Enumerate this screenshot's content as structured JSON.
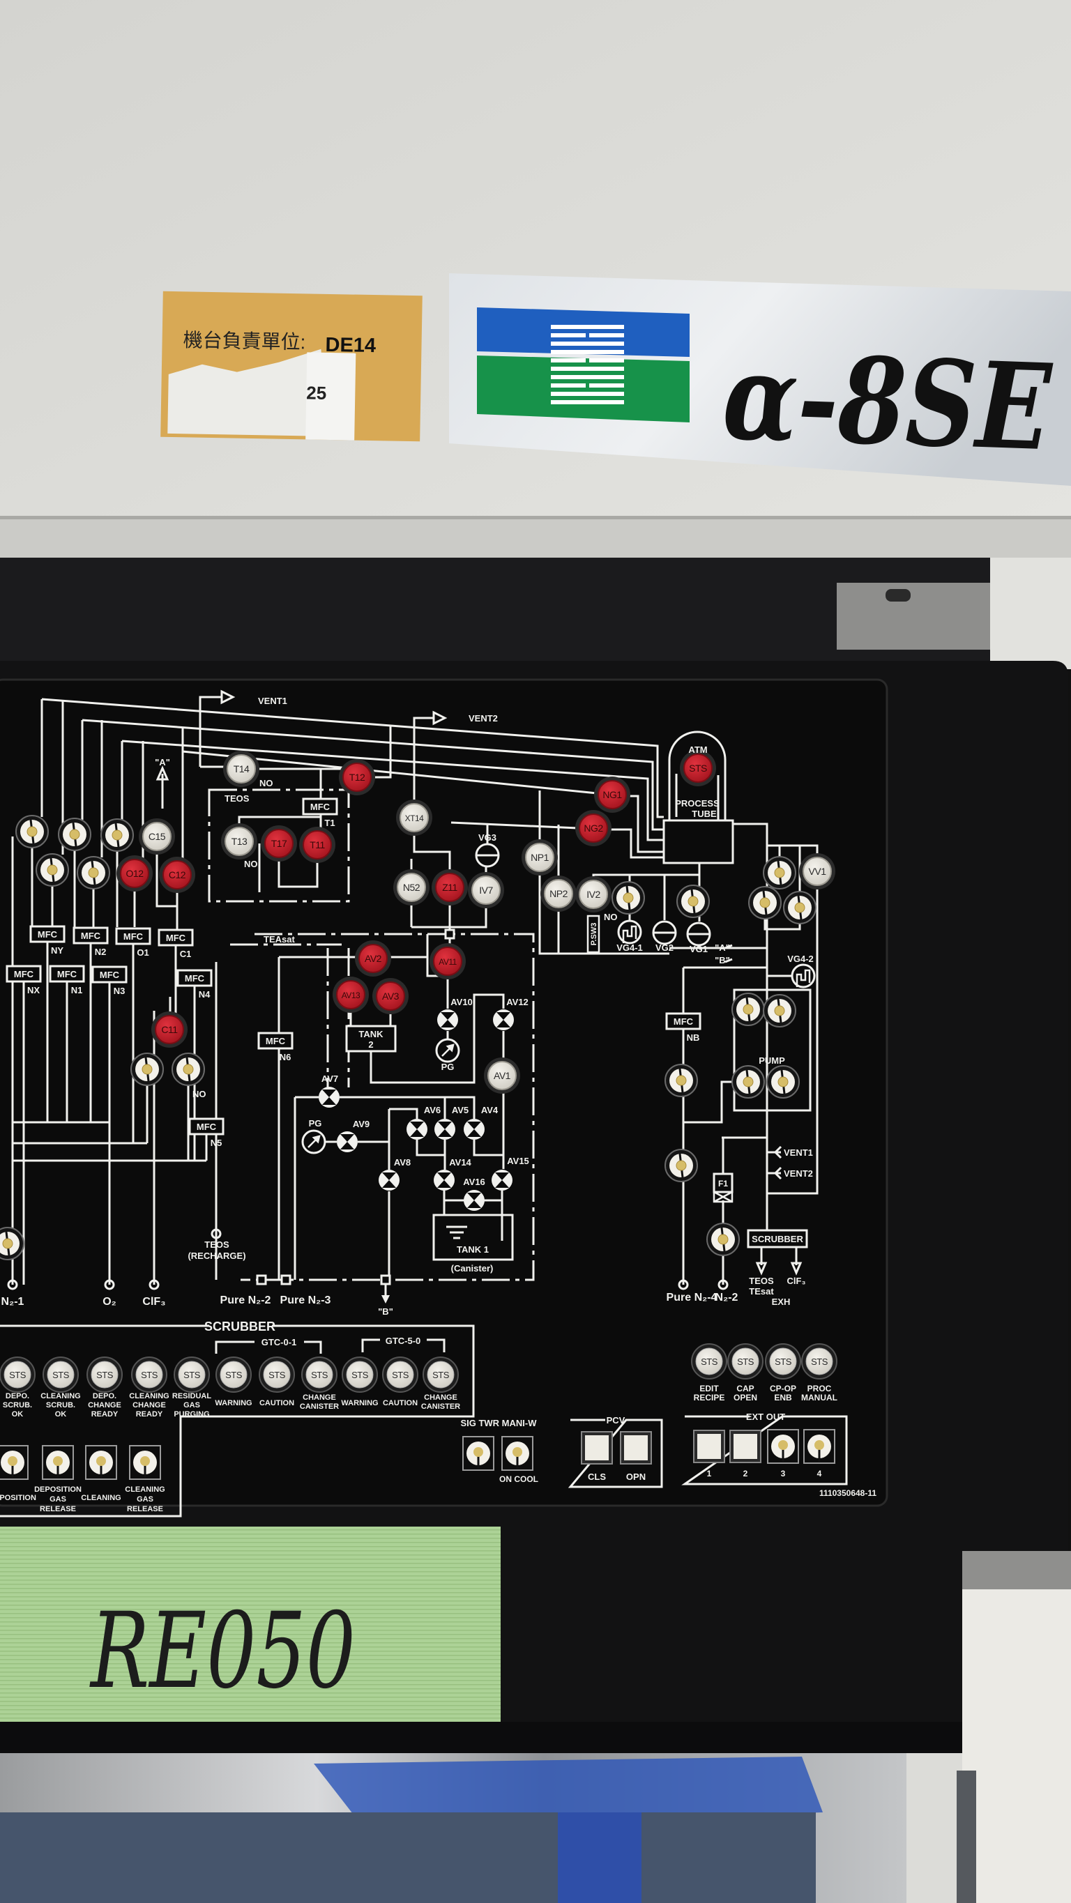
{
  "colors": {
    "wall": "#d9d9d5",
    "panel": "#0b0b0b",
    "line": "#f1f1ee",
    "red_button": "#c81f2c",
    "white_button": "#e8e6de",
    "tape": "#acd296",
    "logo_blue": "#1f5fbf",
    "logo_green": "#17924a",
    "sticker": "#d8a955"
  },
  "sticker": {
    "label": "機台負責單位:",
    "unit": "DE14",
    "partial": "25"
  },
  "nameplate": {
    "logo": "TEL",
    "model": "α-8SE"
  },
  "schematic": {
    "buttons": [
      {
        "label": "T14",
        "color": "white"
      },
      {
        "label": "T12",
        "color": "red"
      },
      {
        "label": "T13",
        "color": "white"
      },
      {
        "label": "T17",
        "color": "red"
      },
      {
        "label": "T11",
        "color": "red"
      },
      {
        "label": "C15",
        "color": "white"
      },
      {
        "label": "O12",
        "color": "red"
      },
      {
        "label": "C12",
        "color": "red"
      },
      {
        "label": "C11",
        "color": "red"
      },
      {
        "label": "XT14",
        "color": "white"
      },
      {
        "label": "N52",
        "color": "white"
      },
      {
        "label": "Z11",
        "color": "red"
      },
      {
        "label": "IV7",
        "color": "white"
      },
      {
        "label": "NP1",
        "color": "white"
      },
      {
        "label": "NP2",
        "color": "white"
      },
      {
        "label": "IV2",
        "color": "white"
      },
      {
        "label": "NG1",
        "color": "red"
      },
      {
        "label": "NG2",
        "color": "red"
      },
      {
        "label": "STS",
        "color": "red"
      },
      {
        "label": "VV1",
        "color": "white"
      },
      {
        "label": "AV2",
        "color": "red"
      },
      {
        "label": "AV13",
        "color": "red"
      },
      {
        "label": "AV3",
        "color": "red"
      },
      {
        "label": "AV11",
        "color": "red"
      },
      {
        "label": "AV1",
        "color": "white"
      }
    ],
    "valves": [
      "AV10",
      "AV12",
      "AV7",
      "AV9",
      "AV6",
      "AV5",
      "AV4",
      "AV8",
      "AV14",
      "AV15",
      "AV16"
    ],
    "gauges": [
      "VG3",
      "VG4-1",
      "VG2",
      "VG1",
      "VG4-2",
      "PG",
      "PG"
    ],
    "mfc_label": "MFC",
    "mfc_tags": [
      "NY",
      "N2",
      "O1",
      "C1",
      "NX",
      "N1",
      "N3",
      "N4",
      "N5",
      "N6",
      "T1",
      "NB"
    ],
    "tank2": [
      "TANK",
      "2"
    ],
    "tank1": "TANK 1",
    "filter": "F1",
    "scrubber_box": "SCRUBBER",
    "pressure_switch": "P.SW3",
    "labels": [
      "VENT1",
      "VENT2",
      "\"A\"",
      "TEOS",
      "NO",
      "NO",
      "TEAsat",
      "ATM",
      "PROCESS",
      "TUBE",
      "NO",
      "\"A\"",
      "\"B\"",
      "PUMP",
      "VENT1",
      "VENT2",
      "NO",
      "TEOS",
      "(RECHARGE)",
      "N₂-1",
      "O₂",
      "ClF₃",
      "Pure N₂-2",
      "Pure N₂-3",
      "\"B\"",
      "(Canister)",
      "Pure N₂-4",
      "N₂-2",
      "TEOS",
      "TEsat",
      "ClF₃",
      "EXH"
    ]
  },
  "scrubber": {
    "title": "SCRUBBER",
    "groups": [
      "GTC-0-1",
      "GTC-5-0"
    ],
    "button_face": "STS",
    "buttons": [
      [
        "DEPO.",
        "SCRUB.",
        "OK"
      ],
      [
        "CLEANING",
        "SCRUB.",
        "OK"
      ],
      [
        "DEPO.",
        "CHANGE",
        "READY"
      ],
      [
        "CLEANING",
        "CHANGE",
        "READY"
      ],
      [
        "RESIDUAL",
        "GAS",
        "PURGING"
      ],
      [
        "WARNING"
      ],
      [
        "CAUTION"
      ],
      [
        "CHANGE",
        "CANISTER"
      ],
      [
        "WARNING"
      ],
      [
        "CAUTION"
      ],
      [
        "CHANGE",
        "CANISTER"
      ]
    ],
    "lamps": [
      [
        "DEPOSITION"
      ],
      [
        "DEPOSITION",
        "GAS",
        "RELEASE"
      ],
      [
        "CLEANING"
      ],
      [
        "CLEANING",
        "GAS",
        "RELEASE"
      ]
    ]
  },
  "controls": {
    "button_face": "STS",
    "buttons": [
      [
        "EDIT",
        "RECIPE"
      ],
      [
        "CAP",
        "OPEN"
      ],
      [
        "CP-OP",
        "ENB"
      ],
      [
        "PROC",
        "MANUAL"
      ]
    ],
    "sig_twr": {
      "title": "SIG TWR MANI-W",
      "sub": "ON COOL"
    },
    "pcv": {
      "title": "PCV",
      "buttons": [
        "CLS",
        "OPN"
      ]
    },
    "ext_out": {
      "title": "EXT OUT",
      "buttons": [
        "1",
        "2",
        "3",
        "4"
      ]
    },
    "serial": "1110350648-11"
  },
  "tape": {
    "text": "RE050"
  }
}
